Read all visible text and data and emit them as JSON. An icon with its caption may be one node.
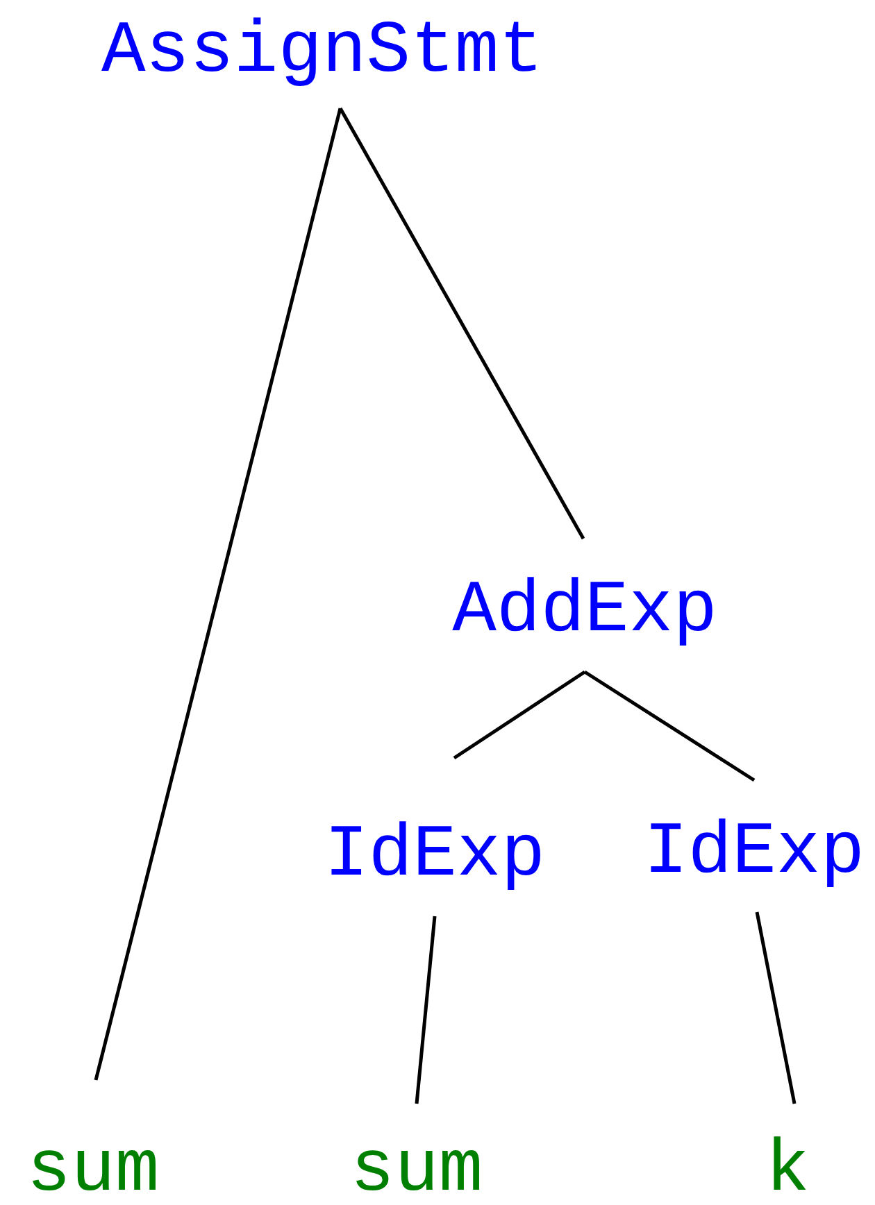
{
  "diagram": {
    "nodes": [
      {
        "text": [
          "AssignStmt"
        ]
      },
      {
        "text": [
          "AddExp"
        ]
      },
      {
        "text": [
          "IdExp"
        ]
      },
      {
        "text": [
          "IdExp"
        ]
      },
      {
        "text": [
          "sum"
        ]
      },
      {
        "text": [
          "sum"
        ]
      },
      {
        "text": [
          "k"
        ]
      }
    ],
    "edges": [
      {
        "from": 0,
        "to": 4,
        "arrow": "none"
      },
      {
        "from": 0,
        "to": 1,
        "arrow": "none"
      },
      {
        "from": 1,
        "to": 2,
        "arrow": "none"
      },
      {
        "from": 1,
        "to": 3,
        "arrow": "none"
      },
      {
        "from": 2,
        "to": 5,
        "arrow": "none"
      },
      {
        "from": 3,
        "to": 6,
        "arrow": "none"
      }
    ]
  }
}
